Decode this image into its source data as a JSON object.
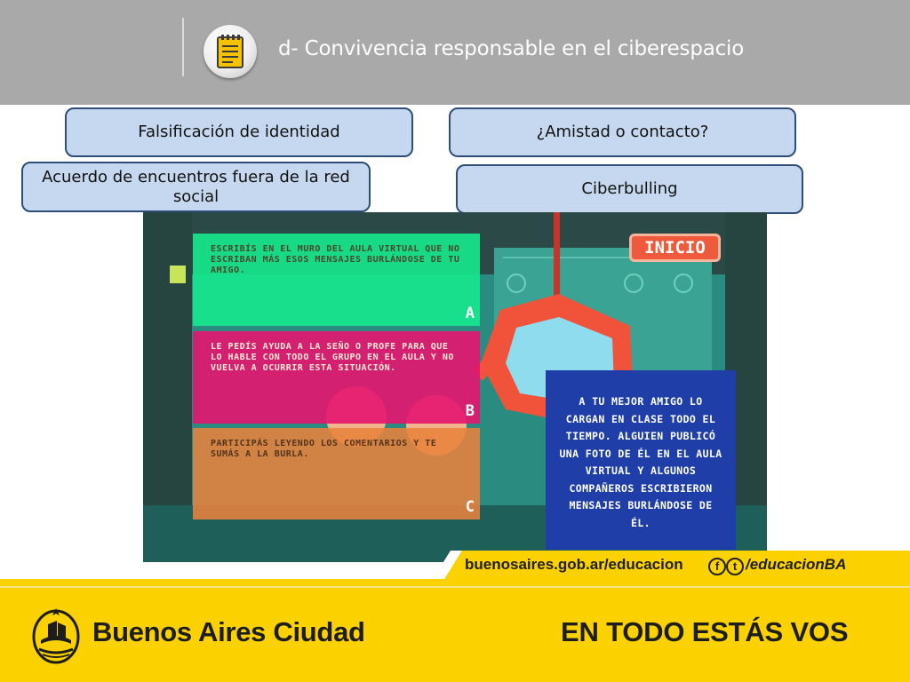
{
  "header": {
    "title": "d- Convivencia responsable en el ciberespacio",
    "icon": "notepad-icon"
  },
  "topics": [
    {
      "label": "Falsificación de identidad"
    },
    {
      "label": "¿Amistad o contacto?"
    },
    {
      "label": "Acuerdo de encuentros fuera de la red social"
    },
    {
      "label": "Ciberbulling"
    }
  ],
  "game": {
    "start_button": "INICIO",
    "options": [
      {
        "letter": "A",
        "text": "Escribís en el muro del aula virtual que no escriban más esos mensajes burlándose de tu amigo."
      },
      {
        "letter": "B",
        "text": "Le pedís ayuda a la seño o profe para que lo hable con todo el grupo en el aula y no vuelva a ocurrir esta situación."
      },
      {
        "letter": "C",
        "text": "Participás leyendo los comentarios y te sumás a la burla."
      }
    ],
    "story": "A tu mejor amigo lo cargan en clase todo el tiempo. Alguien publicó una foto de él en el aula virtual y algunos compañeros escribieron mensajes burlándose de él."
  },
  "footer": {
    "url": "buenosaires.gob.ar/educacion",
    "social_handle": "/educacionBA",
    "facebook_glyph": "f",
    "twitter_glyph": "t",
    "city_name": "Buenos Aires Ciudad",
    "slogan": "EN TODO ESTÁS VOS"
  },
  "colors": {
    "header_bg": "#a9a9a9",
    "topic_bg": "#c6d8ef",
    "topic_border": "#2e4d78",
    "footer_yellow": "#fcd100",
    "option_a": "#17e68c",
    "option_b": "#e6146e",
    "option_c": "#e8823c",
    "story_bg": "#1f3ea8",
    "start_button": "#f05a3c"
  }
}
